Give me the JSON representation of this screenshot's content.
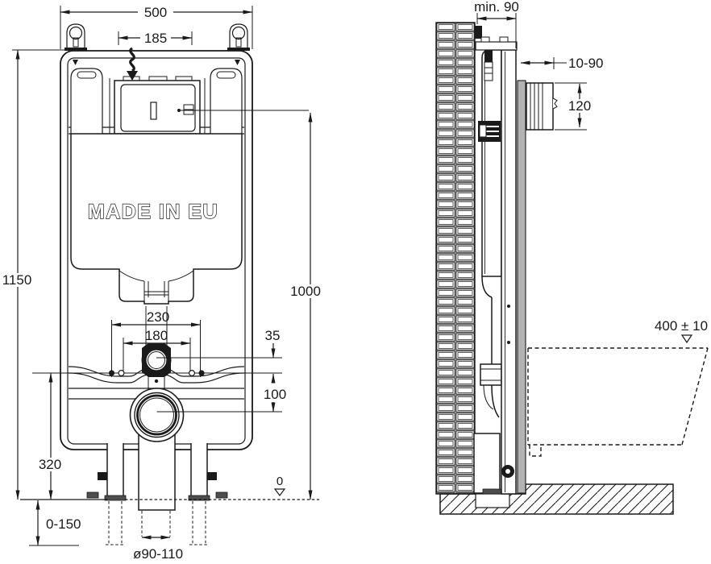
{
  "drawing_type": "wc-concealed-cistern-installation-drawing",
  "front_view": {
    "overall_width": "500",
    "hanger_spacing": "185",
    "overall_height": "1150",
    "actuator_height": "1000",
    "fixing_spacing_outer": "230",
    "fixing_spacing_inner": "180",
    "flush_pipe_offset": "35",
    "outlet_offset": "100",
    "outlet_height": "320",
    "foot_adjustment": "0-150",
    "outlet_diameter": "ø90-110",
    "floor_datum": "0",
    "made_in": "MADE IN EU"
  },
  "side_view": {
    "min_depth": "min. 90",
    "plate_range": "10-90",
    "plate_height": "120",
    "bowl_height": "400 ± 10"
  },
  "symbols": {
    "water_inlet": "squiggle-arrow-down-icon",
    "floor_datum": "open-triangle-down-icon",
    "bowl_datum": "open-triangle-down-icon"
  },
  "colors": {
    "line": "#1a1a1a",
    "wall_finish": "#b3b3b3",
    "tile": "#ffffff",
    "foot_plate": "#4d4d4d"
  }
}
